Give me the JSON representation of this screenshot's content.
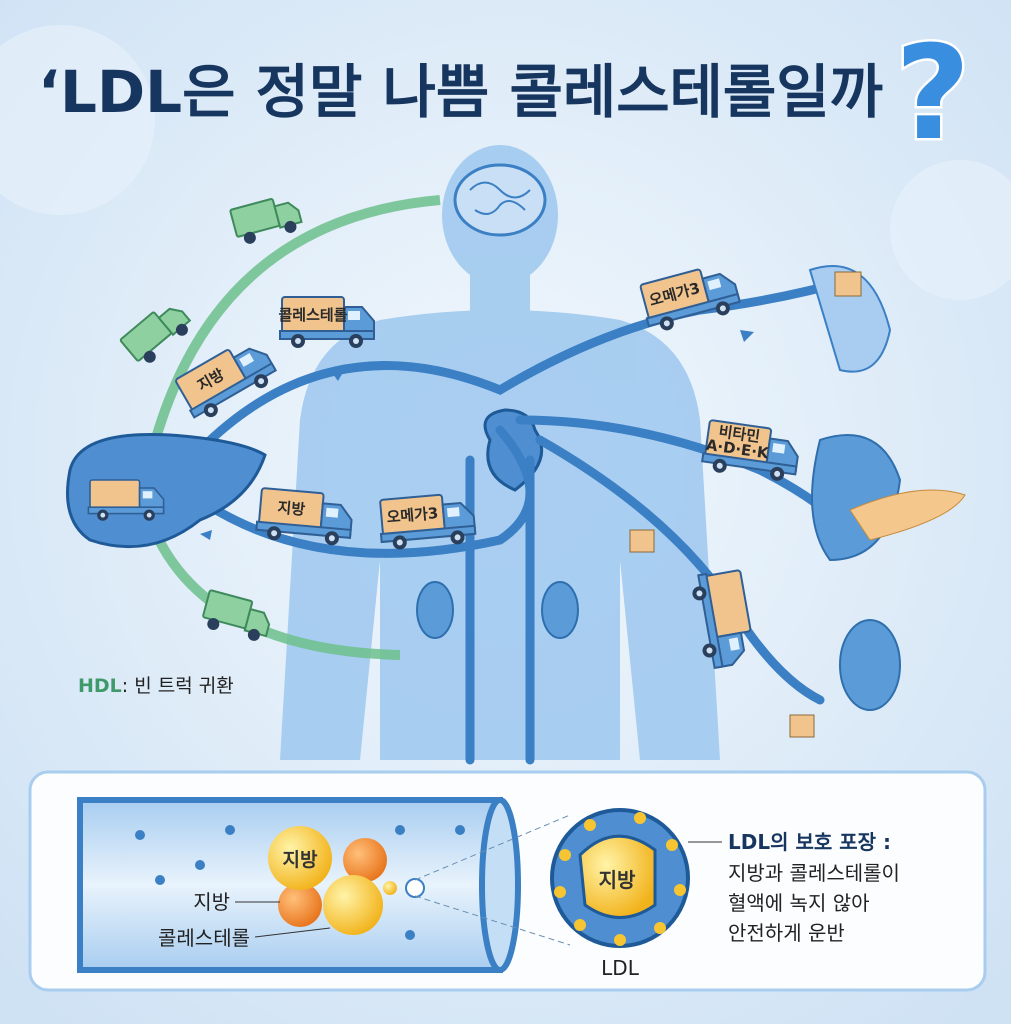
{
  "title": "‘LDL은 정말 나쁨 콜레스테롤일까",
  "title_mark": "?",
  "trucks": {
    "cholesterol": "콜레스테롤",
    "fat_top": "지방",
    "fat_bottom": "지방",
    "omega3_bottom": "오메가3",
    "omega3_top": "오메가3",
    "vitamin_line1": "비타민",
    "vitamin_line2": "A·D·E·K"
  },
  "hdl_label": {
    "prefix": "HDL",
    "text": ": 빈 트럭 귀환"
  },
  "panel": {
    "particle_core_big": "지방",
    "fat_label": "지방",
    "cholesterol_label": "콜레스테롤",
    "ldl_core": "지방",
    "ldl_label": "LDL",
    "desc_title": "LDL의 보호 포장 :",
    "desc_lines": [
      "지방과 콜레스테롤이",
      "혈액에 녹지 않아",
      "안전하게 운반"
    ]
  },
  "colors": {
    "navy": "#17365f",
    "vessel": "#3b7fc4",
    "hdl_green": "#3f9a6a",
    "box": "#f2c48d",
    "fat_yellow": "#f7c531",
    "fat_orange": "#f08a2c"
  }
}
